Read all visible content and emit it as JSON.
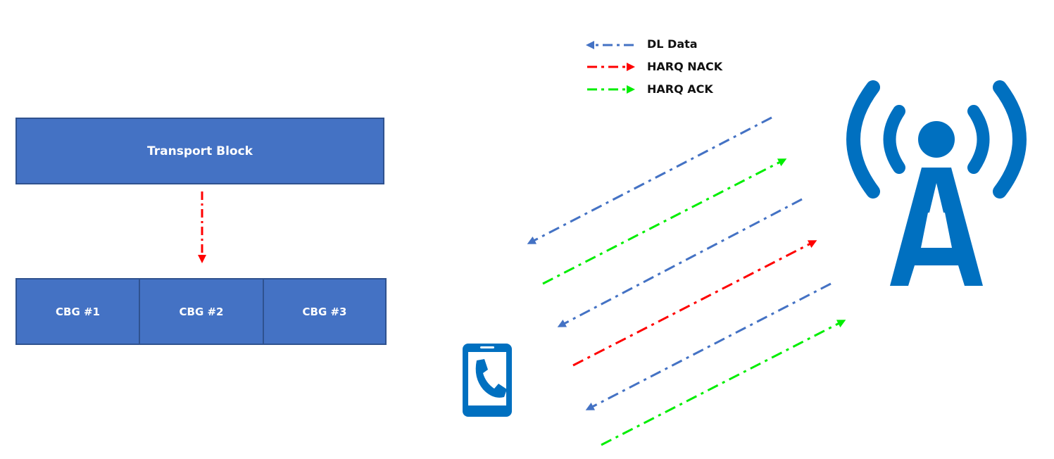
{
  "transport_block": {
    "label": "Transport Block"
  },
  "cbgs": [
    {
      "label": "CBG #1"
    },
    {
      "label": "CBG #2"
    },
    {
      "label": "CBG #3"
    }
  ],
  "legend": [
    {
      "label": "DL Data",
      "color": "#4472c4"
    },
    {
      "label": "HARQ NACK",
      "color": "#ff0000"
    },
    {
      "label": "HARQ ACK",
      "color": "#00ee00"
    }
  ],
  "colors": {
    "block_fill": "#4472c4",
    "block_border": "#2f528f",
    "device_blue": "#0070c0",
    "split_arrow": "#ff0000"
  },
  "icons": {
    "device": "mobile-phone-icon",
    "tower": "cell-tower-icon"
  }
}
